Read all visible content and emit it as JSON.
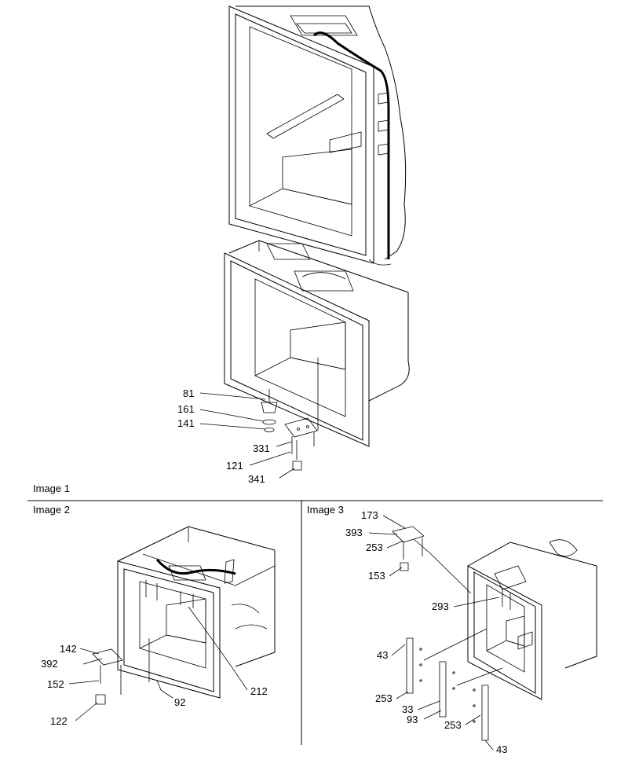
{
  "images": {
    "image1": {
      "caption": "Image 1",
      "callouts": [
        "81",
        "161",
        "141",
        "331",
        "121",
        "341"
      ]
    },
    "image2": {
      "caption": "Image 2",
      "callouts": [
        "142",
        "392",
        "152",
        "122",
        "92",
        "212"
      ]
    },
    "image3": {
      "caption": "Image 3",
      "callouts": [
        "173",
        "393",
        "253",
        "153",
        "293",
        "43",
        "253",
        "33",
        "93",
        "253",
        "43"
      ]
    }
  }
}
